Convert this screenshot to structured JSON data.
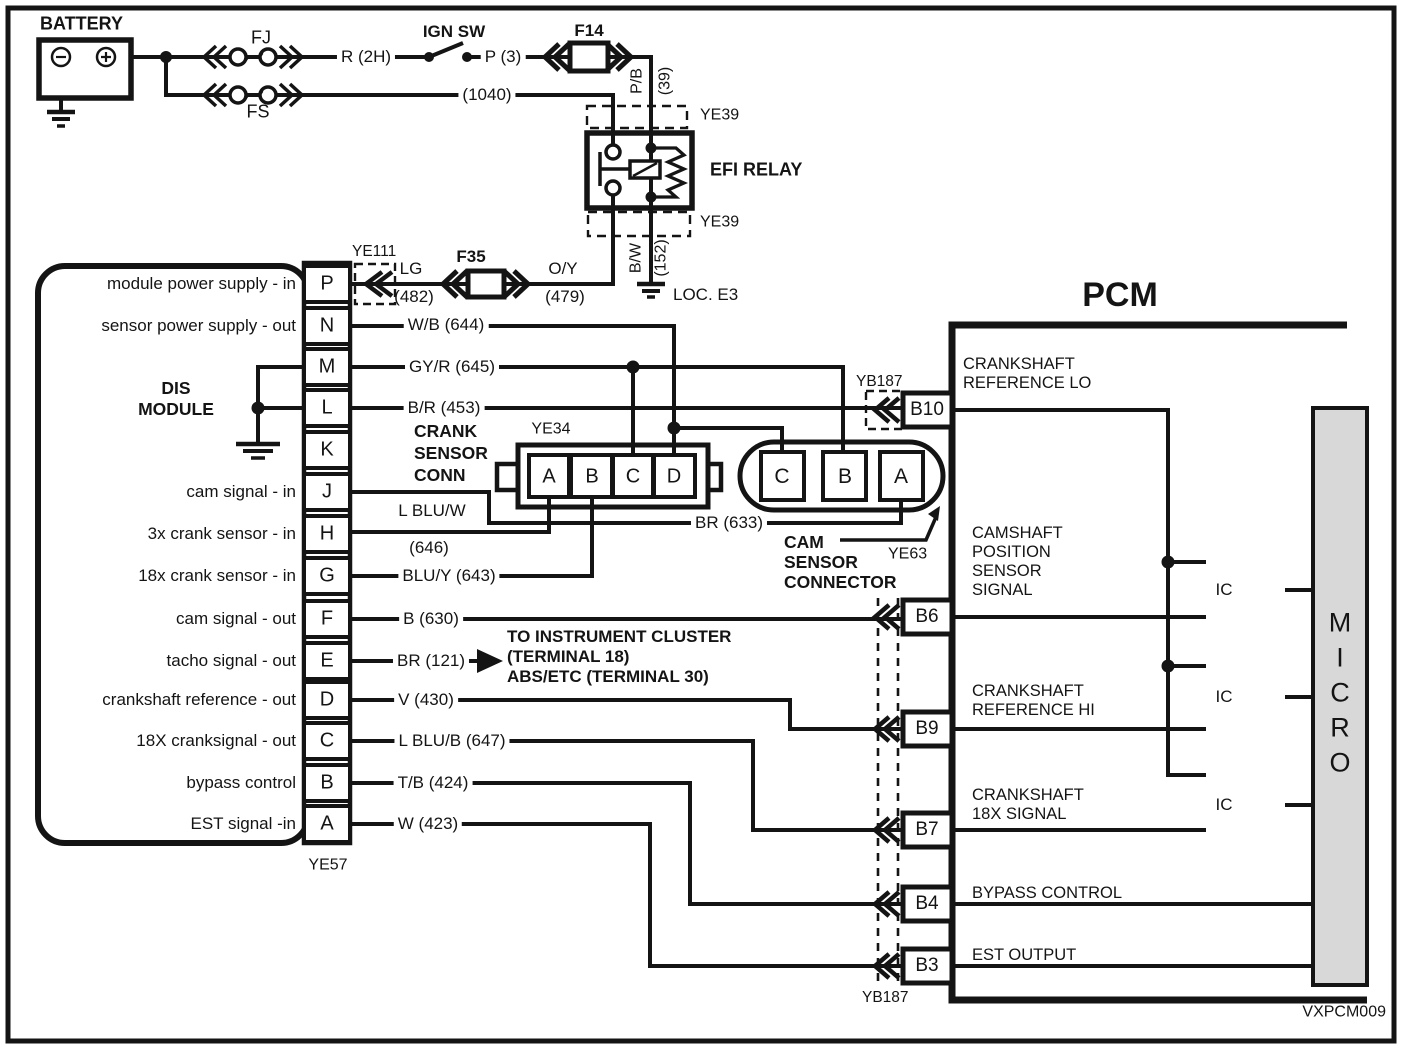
{
  "diagram": {
    "battery": {
      "label": "BATTERY"
    },
    "fuses": {
      "fj": "FJ",
      "fs": "FS",
      "f14": "F14",
      "f35": "F35"
    },
    "ignition": {
      "label": "IGN SW"
    },
    "relay": {
      "label": "EFI RELAY",
      "location": "LOC. E3"
    },
    "connectors": {
      "ye39": "YE39",
      "ye111": "YE111",
      "ye57": "YE57",
      "ye34": "YE34",
      "ye63": "YE63",
      "yb187": "YB187"
    },
    "wires": {
      "r2h": "R (2H)",
      "p3": "P (3)",
      "w1040": "(1040)",
      "pb": "P/B",
      "pb_no": "(39)",
      "bw": "B/W",
      "bw_no": "(152)",
      "lg": "LG",
      "lg_no": "(482)",
      "oy": "O/Y",
      "oy_no": "(479)",
      "wb": "W/B (644)",
      "gyr": "GY/R (645)",
      "br453": "B/R (453)",
      "lbluw": "L BLU/W",
      "lbluw_no": "(646)",
      "bluy": "BLU/Y (643)",
      "b630": "B (630)",
      "br121": "BR (121)",
      "v430": "V (430)",
      "lblub": "L BLU/B (647)",
      "tb424": "T/B (424)",
      "w423": "W (423)",
      "br633": "BR (633)"
    },
    "dis": {
      "title": "DIS\nMODULE",
      "pins": [
        "P",
        "N",
        "M",
        "L",
        "K",
        "J",
        "H",
        "G",
        "F",
        "E",
        "D",
        "C",
        "B",
        "A"
      ],
      "functions": [
        "module power supply - in",
        "sensor power supply - out",
        "cam signal - in",
        "3x crank sensor - in",
        "18x crank sensor - in",
        "cam signal - out",
        "tacho signal - out",
        "crankshaft reference - out",
        "18X cranksignal - out",
        "bypass control",
        "EST signal -in"
      ]
    },
    "crank_conn": {
      "label": "CRANK\nSENSOR\nCONN",
      "id": "YE34",
      "pins": [
        "A",
        "B",
        "C",
        "D"
      ]
    },
    "cam_conn": {
      "label": "CAM\nSENSOR\nCONNECTOR",
      "id": "YE63",
      "pins": [
        "C",
        "B",
        "A"
      ]
    },
    "instrument_note": "TO INSTRUMENT CLUSTER\n(TERMINAL 18)\nABS/ETC (TERMINAL 30)",
    "pcm": {
      "title": "PCM",
      "pins": [
        "B10",
        "B6",
        "B9",
        "B7",
        "B4",
        "B3"
      ],
      "signals": [
        "CRANKSHAFT\nREFERENCE LO",
        "CAMSHAFT\nPOSITION\nSENSOR\nSIGNAL",
        "CRANKSHAFT\nREFERENCE HI",
        "CRANKSHAFT\n18X SIGNAL",
        "BYPASS CONTROL",
        "EST OUTPUT"
      ],
      "ic_label": "IC",
      "micro_label": "M\nI\nC\nR\nO"
    },
    "footer": {
      "code": "VXPCM009"
    },
    "colors": {
      "ink": "#141414",
      "micro_fill": "#d8d8d8",
      "background": "#ffffff"
    }
  }
}
